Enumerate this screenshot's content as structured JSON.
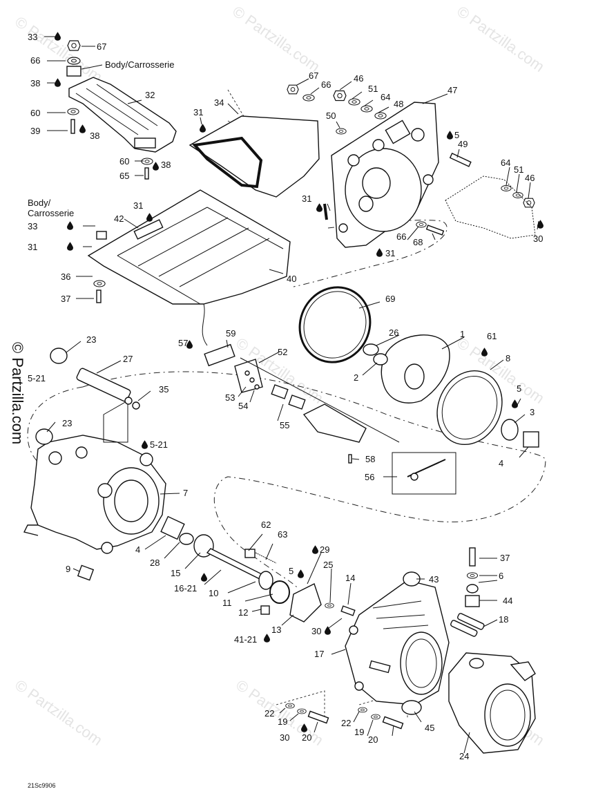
{
  "diagram": {
    "code": "21Sc9906",
    "watermark": "© Partzilla.com",
    "body_label": "Body/Carrosserie",
    "body_label_l1": "Body/",
    "body_label_l2": "Carrosserie",
    "callouts": {
      "c1": "1",
      "c2": "2",
      "c3": "3",
      "c4a": "4",
      "c4b": "4",
      "c5a": "5",
      "c5b": "5",
      "c5c": "5",
      "c5_21a": "5-21",
      "c5_21b": "5-21",
      "c6": "6",
      "c7": "7",
      "c8": "8",
      "c9": "9",
      "c10": "10",
      "c11": "11",
      "c12": "12",
      "c13": "13",
      "c14": "14",
      "c15": "15",
      "c16_21": "16-21",
      "c17": "17",
      "c18": "18",
      "c19a": "19",
      "c19b": "19",
      "c20a": "20",
      "c20b": "20",
      "c22a": "22",
      "c22b": "22",
      "c23a": "23",
      "c23b": "23",
      "c24": "24",
      "c25": "25",
      "c26": "26",
      "c27": "27",
      "c28": "28",
      "c29": "29",
      "c30a": "30",
      "c30b": "30",
      "c30c": "30",
      "c31a": "31",
      "c31b": "31",
      "c31c": "31",
      "c31d": "31",
      "c31e": "31",
      "c32": "32",
      "c33a": "33",
      "c33b": "33",
      "c34": "34",
      "c35": "35",
      "c36": "36",
      "c37a": "37",
      "c37b": "37",
      "c38a": "38",
      "c38b": "38",
      "c38c": "38",
      "c39": "39",
      "c40": "40",
      "c41_21": "41-21",
      "c42": "42",
      "c43": "43",
      "c44": "44",
      "c45": "45",
      "c46a": "46",
      "c46b": "46",
      "c47": "47",
      "c48": "48",
      "c49": "49",
      "c50": "50",
      "c51a": "51",
      "c51b": "51",
      "c52": "52",
      "c53": "53",
      "c54": "54",
      "c55": "55",
      "c56": "56",
      "c57": "57",
      "c58": "58",
      "c59": "59",
      "c60a": "60",
      "c60b": "60",
      "c61": "61",
      "c62": "62",
      "c63": "63",
      "c64a": "64",
      "c64b": "64",
      "c65": "65",
      "c66a": "66",
      "c66b": "66",
      "c66c": "66",
      "c67a": "67",
      "c67b": "67",
      "c68": "68",
      "c69": "69"
    }
  }
}
